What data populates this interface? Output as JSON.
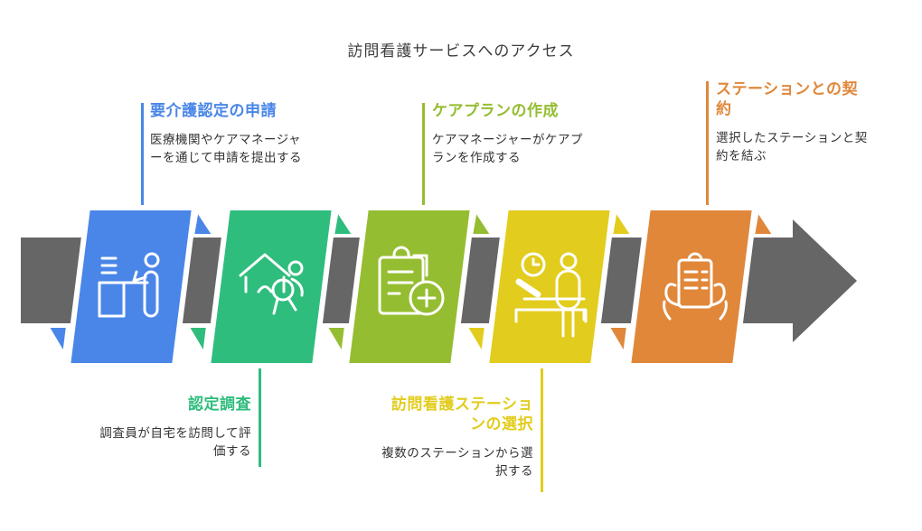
{
  "title": "訪問看護サービスへのアクセス",
  "colors": {
    "background": "#ffffff",
    "arrow": "#666666",
    "title_text": "#3d3d3d",
    "body_text": "#333333",
    "icon_stroke": "#ffffff"
  },
  "steps": [
    {
      "label": "要介護認定の申請",
      "description": "医療機関やケアマネージャーを通じて申請を提出する",
      "color": "#4a86e8",
      "icon": "application-desk-icon",
      "label_position": "above"
    },
    {
      "label": "認定調査",
      "description": "調査員が自宅を訪問して評価する",
      "color": "#2fbd7d",
      "icon": "home-visit-icon",
      "label_position": "below"
    },
    {
      "label": "ケアプランの作成",
      "description": "ケアマネージャーがケアプランを作成する",
      "color": "#95bd31",
      "icon": "care-plan-clipboard-icon",
      "label_position": "above"
    },
    {
      "label": "訪問看護ステーションの選択",
      "description": "複数のステーションから選択する",
      "color": "#e2cc1d",
      "icon": "station-select-icon",
      "label_position": "below"
    },
    {
      "label": "ステーションとの契約",
      "description": "選択したステーションと契約を結ぶ",
      "color": "#e0873a",
      "icon": "contract-hands-icon",
      "label_position": "above"
    }
  ]
}
